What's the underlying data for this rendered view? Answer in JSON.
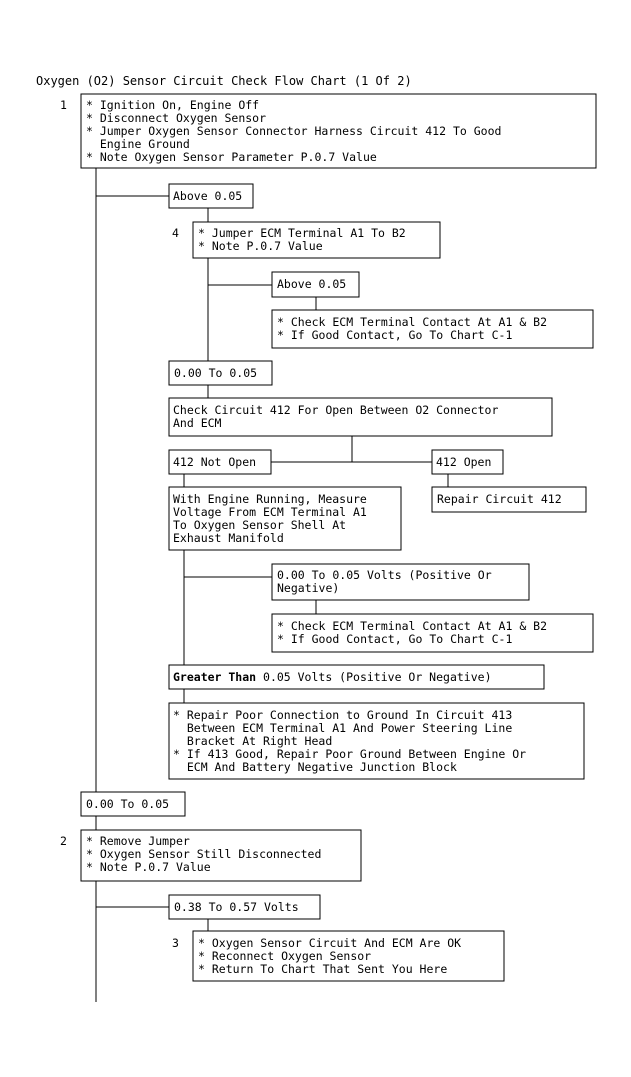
{
  "title": "Oxygen (O2) Sensor Circuit Check Flow Chart (1 Of 2)",
  "steps": {
    "s1_num": "1",
    "s1": [
      "* Ignition On, Engine Off",
      "* Disconnect Oxygen Sensor",
      "* Jumper Oxygen Sensor Connector Harness Circuit 412 To Good",
      "  Engine Ground",
      "* Note Oxygen Sensor Parameter P.0.7 Value"
    ],
    "s4_num": "4",
    "s4": [
      "* Jumper ECM Terminal A1 To B2",
      "* Note P.0.7 Value"
    ],
    "s2_num": "2",
    "s2": [
      "* Remove Jumper",
      "* Oxygen Sensor Still Disconnected",
      "* Note P.0.7 Value"
    ],
    "s3_num": "3",
    "s3": [
      "* Oxygen Sensor Circuit And ECM Are OK",
      "* Reconnect Oxygen Sensor",
      "* Return To Chart That Sent You Here"
    ]
  },
  "branches": {
    "above_a": "Above 0.05",
    "above_b": "Above 0.05",
    "zero_a": "0.00 To 0.05",
    "not_open": "412 Not Open",
    "open": "412 Open",
    "volts_low": [
      "0.00 To 0.05 Volts (Positive Or",
      "Negative)"
    ],
    "greater_bold": "Greater Than",
    "greater_rest": " 0.05 Volts (Positive Or Negative)",
    "zero_b": "0.00 To 0.05",
    "range": "0.38 To 0.57 Volts"
  },
  "actions": {
    "check_contact_a": [
      "* Check ECM Terminal Contact At A1 & B2",
      "* If Good Contact, Go To Chart C-1"
    ],
    "check_412": [
      "Check Circuit 412 For Open Between O2 Connector",
      "And ECM"
    ],
    "repair_412": "Repair Circuit 412",
    "measure": [
      "With Engine Running, Measure",
      "Voltage From ECM Terminal A1",
      "To Oxygen Sensor Shell At",
      "Exhaust Manifold"
    ],
    "check_contact_b": [
      "* Check ECM Terminal Contact At A1 & B2",
      "* If Good Contact, Go To Chart C-1"
    ],
    "repair_poor": [
      "* Repair Poor Connection to Ground In Circuit 413",
      "  Between ECM Terminal A1 And Power Steering Line",
      "  Bracket At Right Head",
      "* If 413 Good, Repair Poor Ground Between Engine Or",
      "  ECM And Battery Negative Junction Block"
    ]
  }
}
